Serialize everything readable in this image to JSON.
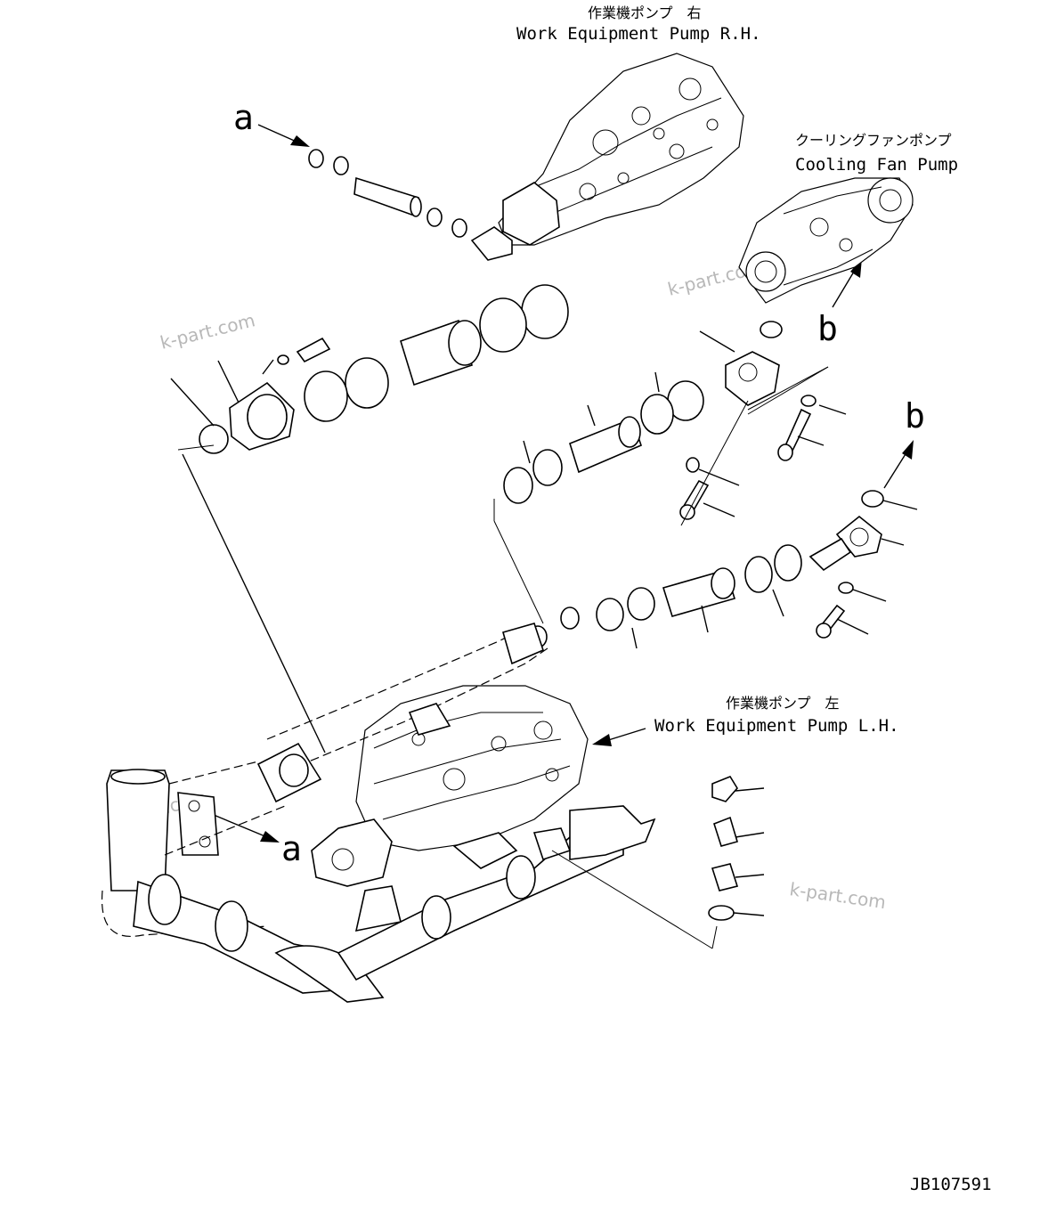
{
  "labels": {
    "rh_pump_jp": "作業機ポンプ　右",
    "rh_pump_en": "Work Equipment Pump R.H.",
    "fan_pump_jp": "クーリングファンポンプ",
    "fan_pump_en": "Cooling Fan Pump",
    "lh_pump_jp": "作業機ポンプ　左",
    "lh_pump_en": "Work Equipment Pump L.H.",
    "ref_a_top": "a",
    "ref_a_bottom": "a",
    "ref_b_fan": "b",
    "ref_b_right": "b"
  },
  "watermarks": [
    "k-part.com",
    "k-part.com",
    "k-part.com",
    "k-part.com"
  ],
  "drawing_number": "JB107591"
}
